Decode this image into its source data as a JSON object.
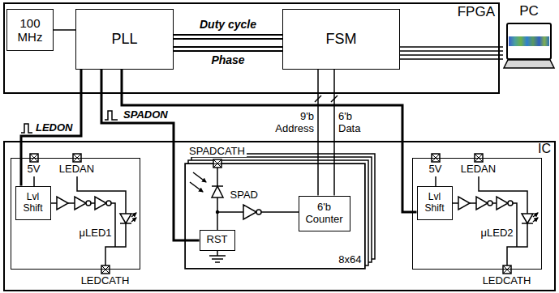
{
  "diagram": {
    "nodes": [
      {
        "text": [
          "FPGA"
        ]
      },
      {
        "text": [
          "100 MHz"
        ],
        "in": 0
      },
      {
        "text": [
          "PLL"
        ],
        "in": 0
      },
      {
        "text": [
          "FSM"
        ],
        "in": 0
      },
      {
        "text": [
          "PC"
        ]
      },
      {
        "text": [
          "IC"
        ]
      },
      {
        "text": [
          "5V",
          "LEDAN",
          "μLED1",
          "LEDCATH"
        ],
        "in": 5
      },
      {
        "text": [
          "Lvl Shift"
        ],
        "in": 6
      },
      {
        "text": [
          "SPADCATH",
          "SPAD",
          "8x64"
        ],
        "in": 5
      },
      {
        "text": [
          "RST"
        ],
        "in": 8
      },
      {
        "text": [
          "6'b Counter"
        ],
        "in": 8
      },
      {
        "text": [
          "5V",
          "LEDAN",
          "μLED2",
          "LEDCATH"
        ],
        "in": 5
      },
      {
        "text": [
          "Lvl Shift"
        ],
        "in": 11
      }
    ],
    "edges": [
      {
        "from": 1,
        "to": 2,
        "arrow": "none"
      },
      {
        "from": 2,
        "to": 3,
        "label": "Duty cycle",
        "arrow": "none"
      },
      {
        "from": 2,
        "to": 3,
        "label": "Phase",
        "arrow": "none"
      },
      {
        "from": 3,
        "to": 4,
        "arrow": "none"
      },
      {
        "from": 2,
        "to": 7,
        "label": "LEDON",
        "arrow": "none"
      },
      {
        "from": 2,
        "to": 12,
        "arrow": "none"
      },
      {
        "from": 2,
        "to": 9,
        "label": "SPADON",
        "arrow": "none"
      },
      {
        "from": 3,
        "to": 10,
        "label": "9'b Address",
        "arrow": "none"
      },
      {
        "from": 3,
        "to": 10,
        "label": "6'b Data",
        "arrow": "none"
      }
    ]
  }
}
